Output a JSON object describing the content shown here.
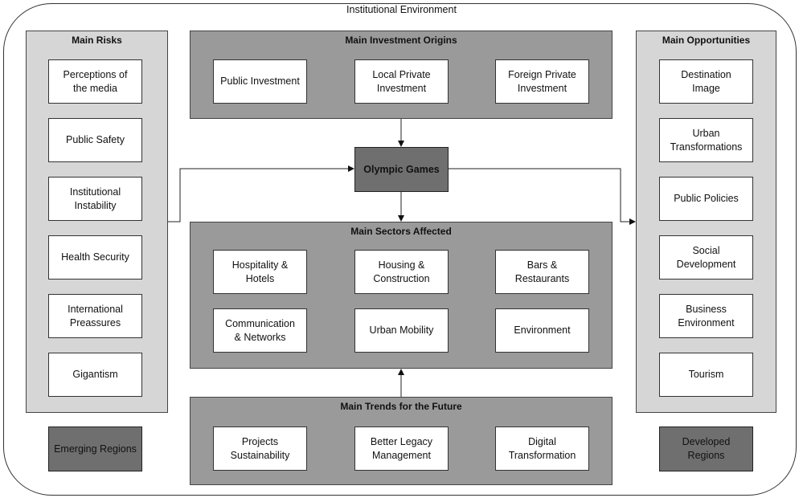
{
  "environment_label": "Institutional Environment",
  "risks": {
    "title": "Main Risks",
    "items": [
      "Perceptions of\nthe media",
      "Public Safety",
      "Institutional\nInstability",
      "Health Security",
      "International\nPreassures",
      "Gigantism"
    ]
  },
  "investment": {
    "title": "Main Investment Origins",
    "items": [
      "Public Investment",
      "Local Private\nInvestment",
      "Foreign Private\nInvestment"
    ]
  },
  "center_node": "Olympic Games",
  "sectors": {
    "title": "Main Sectors Affected",
    "items": [
      "Hospitality &\nHotels",
      "Housing &\nConstruction",
      "Bars &\nRestaurants",
      "Communication\n& Networks",
      "Urban Mobility",
      "Environment"
    ]
  },
  "trends": {
    "title": "Main Trends for the Future",
    "items": [
      "Projects\nSustainability",
      "Better Legacy\nManagement",
      "Digital\nTransformation"
    ]
  },
  "opportunities": {
    "title": "Main Opportunities",
    "items": [
      "Destination\nImage",
      "Urban\nTransformations",
      "Public Policies",
      "Social\nDevelopment",
      "Business\nEnvironment",
      "Tourism"
    ]
  },
  "emerging_regions": "Emerging Regions",
  "developed_regions": "Developed\nRegions"
}
